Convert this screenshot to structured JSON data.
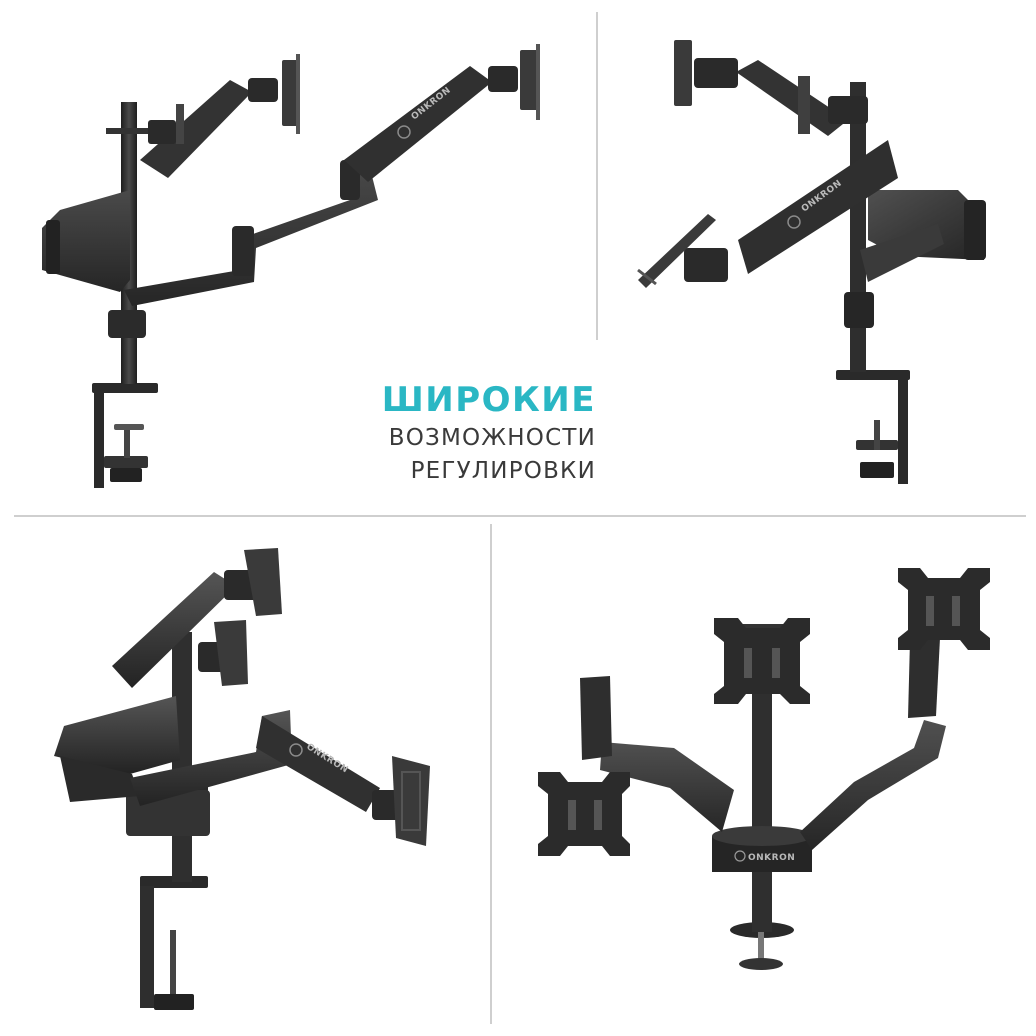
{
  "headline": {
    "line1": "ШИРОКИЕ",
    "line2": "ВОЗМОЖНОСТИ",
    "line3": "РЕГУЛИРОВКИ"
  },
  "brand_label": "ONKRON",
  "colors": {
    "accent": "#2ab7c4",
    "text_dark": "#3a3a3a",
    "mount_dark": "#2b2b2b",
    "mount_mid": "#3c3c3c",
    "mount_light": "#555555",
    "divider": "#cfcfcf",
    "background": "#ffffff"
  },
  "panels": [
    {
      "view": "side-profile",
      "icon": "triple-monitor-arm-icon"
    },
    {
      "view": "rear-angled",
      "icon": "triple-monitor-arm-icon"
    },
    {
      "view": "three-quarter",
      "icon": "triple-monitor-arm-icon"
    },
    {
      "view": "front-extended",
      "icon": "triple-monitor-arm-icon"
    }
  ]
}
